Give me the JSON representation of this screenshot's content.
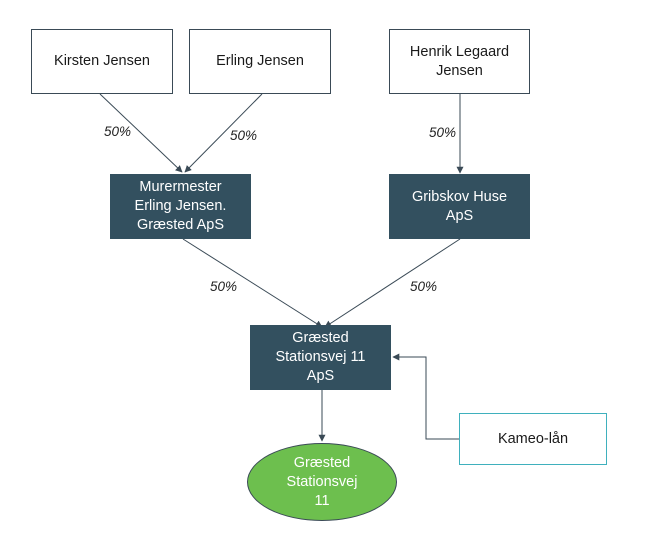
{
  "persons": {
    "kirsten": "Kirsten Jensen",
    "erling": "Erling Jensen",
    "henrik": [
      "Henrik Legaard",
      "Jensen"
    ]
  },
  "holding_companies": {
    "murermester": [
      "Murermester",
      "Erling Jensen.",
      "Græsted ApS"
    ],
    "gribskov": [
      "Gribskov Huse",
      "ApS"
    ]
  },
  "target_company": [
    "Græsted",
    "Stationsvej 11",
    "ApS"
  ],
  "lender": "Kameo-lån",
  "property": [
    "Græsted",
    "Stationsvej",
    "11"
  ],
  "ownership": {
    "kirsten_to_murermester": "50%",
    "erling_to_murermester": "50%",
    "henrik_to_gribskov": "50%",
    "murermester_to_target": "50%",
    "gribskov_to_target": "50%"
  },
  "colors": {
    "company_fill": "#33505f",
    "property_fill": "#6dbf4e",
    "lender_border": "#3fb0bd",
    "line": "#3a4a56"
  }
}
